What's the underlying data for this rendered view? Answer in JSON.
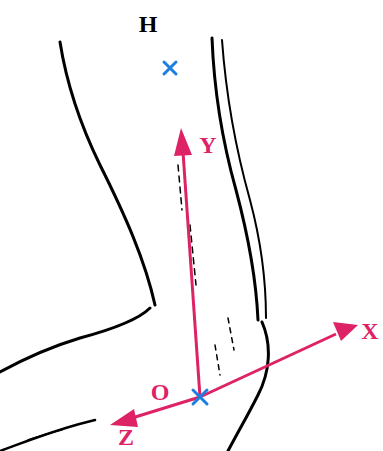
{
  "diagram": {
    "labels": [
      "H",
      "Y",
      "O",
      "X",
      "Z"
    ]
  }
}
